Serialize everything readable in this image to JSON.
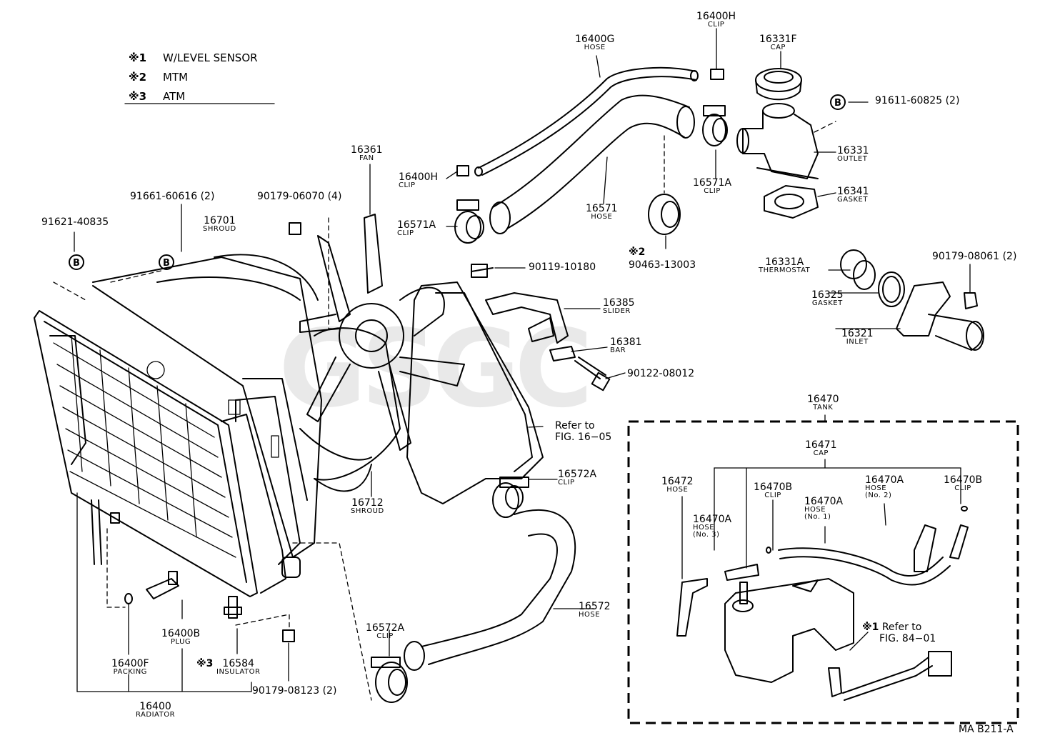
{
  "legend": [
    {
      "mark": "※1",
      "text": "W/LEVEL SENSOR"
    },
    {
      "mark": "※2",
      "text": "MTM"
    },
    {
      "mark": "※3",
      "text": "ATM"
    }
  ],
  "parts": {
    "p16400H_top": {
      "num": "16400H",
      "name": "CLIP"
    },
    "p16400G": {
      "num": "16400G",
      "name": "HOSE"
    },
    "p16331F": {
      "num": "16331F",
      "name": "CAP"
    },
    "p91611": {
      "num": "91611-60825 (2)",
      "mark": "B"
    },
    "p16331": {
      "num": "16331",
      "name": "OUTLET"
    },
    "p16341": {
      "num": "16341",
      "name": "GASKET"
    },
    "p16361": {
      "num": "16361",
      "name": "FAN"
    },
    "p16400H_left": {
      "num": "16400H",
      "name": "CLIP"
    },
    "p16571A_left": {
      "num": "16571A",
      "name": "CLIP"
    },
    "p16571": {
      "num": "16571",
      "name": "HOSE"
    },
    "p16571A_right": {
      "num": "16571A",
      "name": "CLIP"
    },
    "p90463": {
      "num": "90463-13003",
      "mark": "※2"
    },
    "p91661": {
      "num": "91661-60616 (2)",
      "mark": "B"
    },
    "p90179_06070": {
      "num": "90179-06070 (4)"
    },
    "p16701": {
      "num": "16701",
      "name": "SHROUD"
    },
    "p91621": {
      "num": "91621-40835",
      "mark": "B"
    },
    "p90119": {
      "num": "90119-10180"
    },
    "p16385": {
      "num": "16385",
      "name": "SLIDER"
    },
    "p16381": {
      "num": "16381",
      "name": "BAR"
    },
    "p90122": {
      "num": "90122-08012"
    },
    "p16331A": {
      "num": "16331A",
      "name": "THERMOSTAT"
    },
    "p90179_08061": {
      "num": "90179-08061 (2)"
    },
    "p16325": {
      "num": "16325",
      "name": "GASKET"
    },
    "p16321": {
      "num": "16321",
      "name": "INLET"
    },
    "p16712": {
      "num": "16712",
      "name": "SHROUD"
    },
    "p16572A_top": {
      "num": "16572A",
      "name": "CLIP"
    },
    "p16572": {
      "num": "16572",
      "name": "HOSE"
    },
    "p16572A_bot": {
      "num": "16572A",
      "name": "CLIP"
    },
    "p16400B": {
      "num": "16400B",
      "name": "PLUG"
    },
    "p16400F": {
      "num": "16400F",
      "name": "PACKING"
    },
    "p16584": {
      "num": "16584",
      "name": "INSULATOR",
      "mark": "※3"
    },
    "p90179_08123": {
      "num": "90179-08123 (2)"
    },
    "p16400": {
      "num": "16400",
      "name": "RADIATOR"
    },
    "p16470": {
      "num": "16470",
      "name": "TANK"
    },
    "p16471": {
      "num": "16471",
      "name": "CAP"
    },
    "p16472": {
      "num": "16472",
      "name": "HOSE"
    },
    "p16470B_a": {
      "num": "16470B",
      "name": "CLIP"
    },
    "p16470A_n2": {
      "num": "16470A",
      "name": "HOSE",
      "sub": "(No. 2)"
    },
    "p16470B_b": {
      "num": "16470B",
      "name": "CLIP"
    },
    "p16470A_n3": {
      "num": "16470A",
      "name": "HOSE",
      "sub": "(No. 3)"
    },
    "p16470A_n1": {
      "num": "16470A",
      "name": "HOSE",
      "sub": "(No. 1)"
    }
  },
  "refs": {
    "fig1605_a": "Refer to",
    "fig1605_b": "FIG. 16−05",
    "fig8401_mark": "※1",
    "fig8401_a": "Refer to",
    "fig8401_b": "FIG. 84−01"
  },
  "code": "MA B211-A",
  "watermark": "GSGC"
}
